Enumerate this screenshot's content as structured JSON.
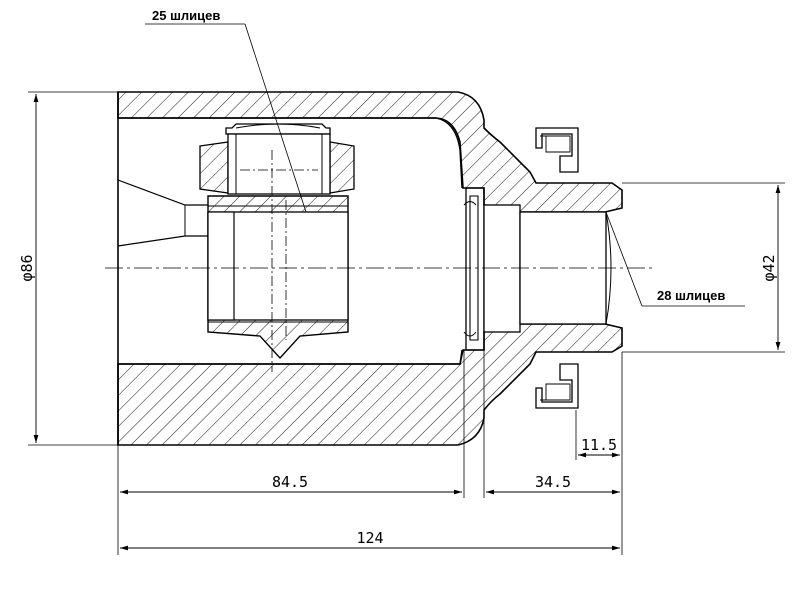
{
  "drawing": {
    "callouts": {
      "splines_inner": "25 шлицев",
      "splines_outer": "28 шлицев"
    },
    "dimensions": {
      "outer_diameter": "φ86",
      "shaft_diameter": "φ42",
      "length_cup": "84.5",
      "length_stem": "34.5",
      "spline_length": "11.5",
      "total_length": "124"
    }
  }
}
